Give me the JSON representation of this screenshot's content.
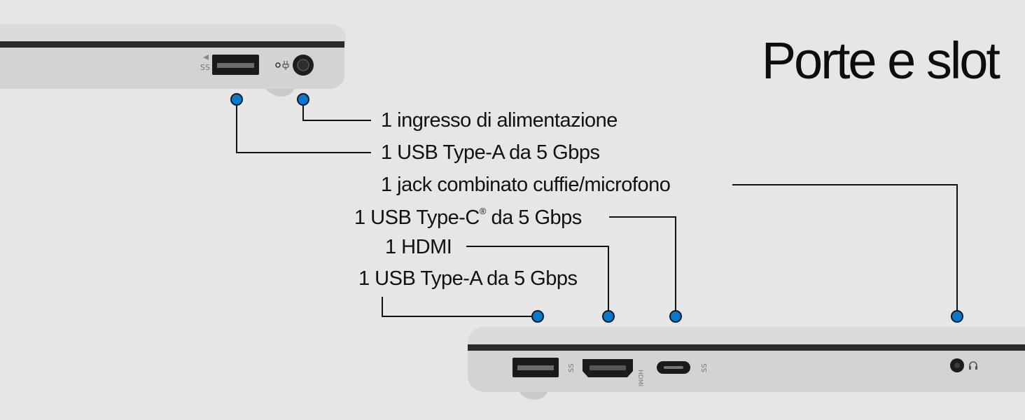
{
  "title": "Porte e slot",
  "colors": {
    "background": "#e6e6e6",
    "dot": "#0a79c9",
    "chassis": "#d2d3d5",
    "line": "#111111"
  },
  "top_ports": {
    "power": "1 ingresso di alimentazione",
    "usb_a": "1 USB Type-A da 5 Gbps"
  },
  "bottom_ports": {
    "jack": "1 jack combinato cuffie/microfono",
    "usb_c": "1 USB Type-C",
    "usb_c_reg": "®",
    "usb_c_suffix": " da 5 Gbps",
    "hdmi": "1 HDMI",
    "usb_a": "1 USB Type-A da 5 Gbps"
  },
  "icons": {
    "top_usb": "ss-usb-icon",
    "top_power": "power-icon",
    "bottom_usb": "ss-usb-icon",
    "hdmi": "hdmi-icon",
    "usb_c": "ss-usb-c-icon",
    "headset": "headset-icon"
  }
}
